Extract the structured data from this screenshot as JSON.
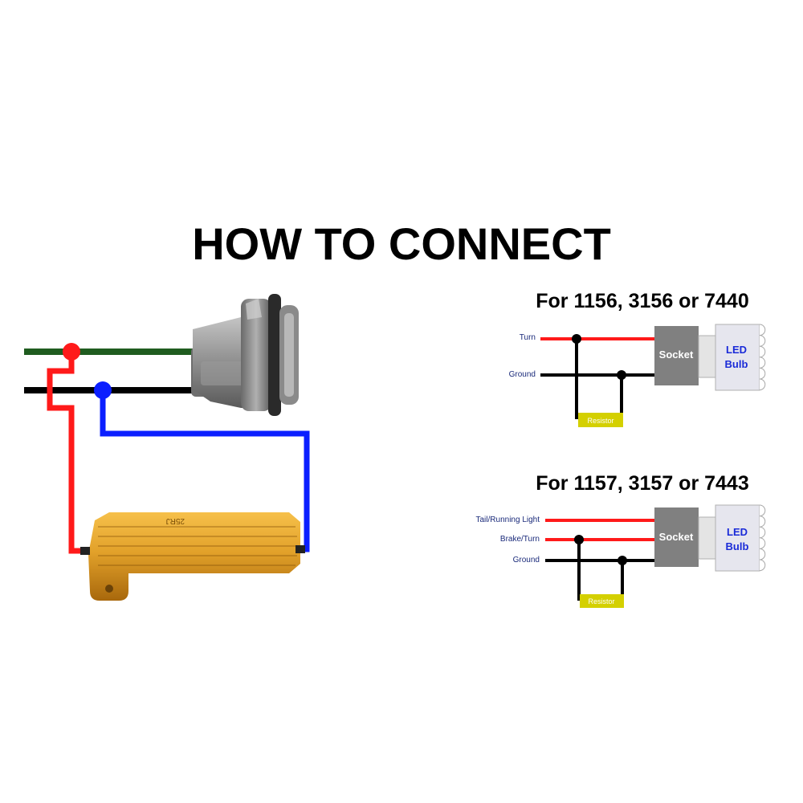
{
  "title": "HOW TO CONNECT",
  "colors": {
    "hot_wire": "#ff1a1a",
    "ground_wire": "#000000",
    "green_wire": "#1f5c1f",
    "blue_wire": "#0b1fff",
    "socket_gray": "#808080",
    "bulb_text": "#1a2bd8",
    "resistor_fill": "#d4d000",
    "resistor_body": "#d9961c",
    "label_text": "#1a2a7a"
  },
  "photo": {
    "resistor_marking": "25RJ"
  },
  "diagram_single": {
    "heading": "For 1156, 3156 or 7440",
    "wires": [
      "Turn",
      "Ground"
    ],
    "socket_label": "Socket",
    "bulb_label_line1": "LED",
    "bulb_label_line2": "Bulb",
    "resistor_label": "Resistor"
  },
  "diagram_dual": {
    "heading": "For 1157, 3157 or 7443",
    "wires": [
      "Tail/Running Light",
      "Brake/Turn",
      "Ground"
    ],
    "socket_label": "Socket",
    "bulb_label_line1": "LED",
    "bulb_label_line2": "Bulb",
    "resistor_label": "Resistor"
  }
}
